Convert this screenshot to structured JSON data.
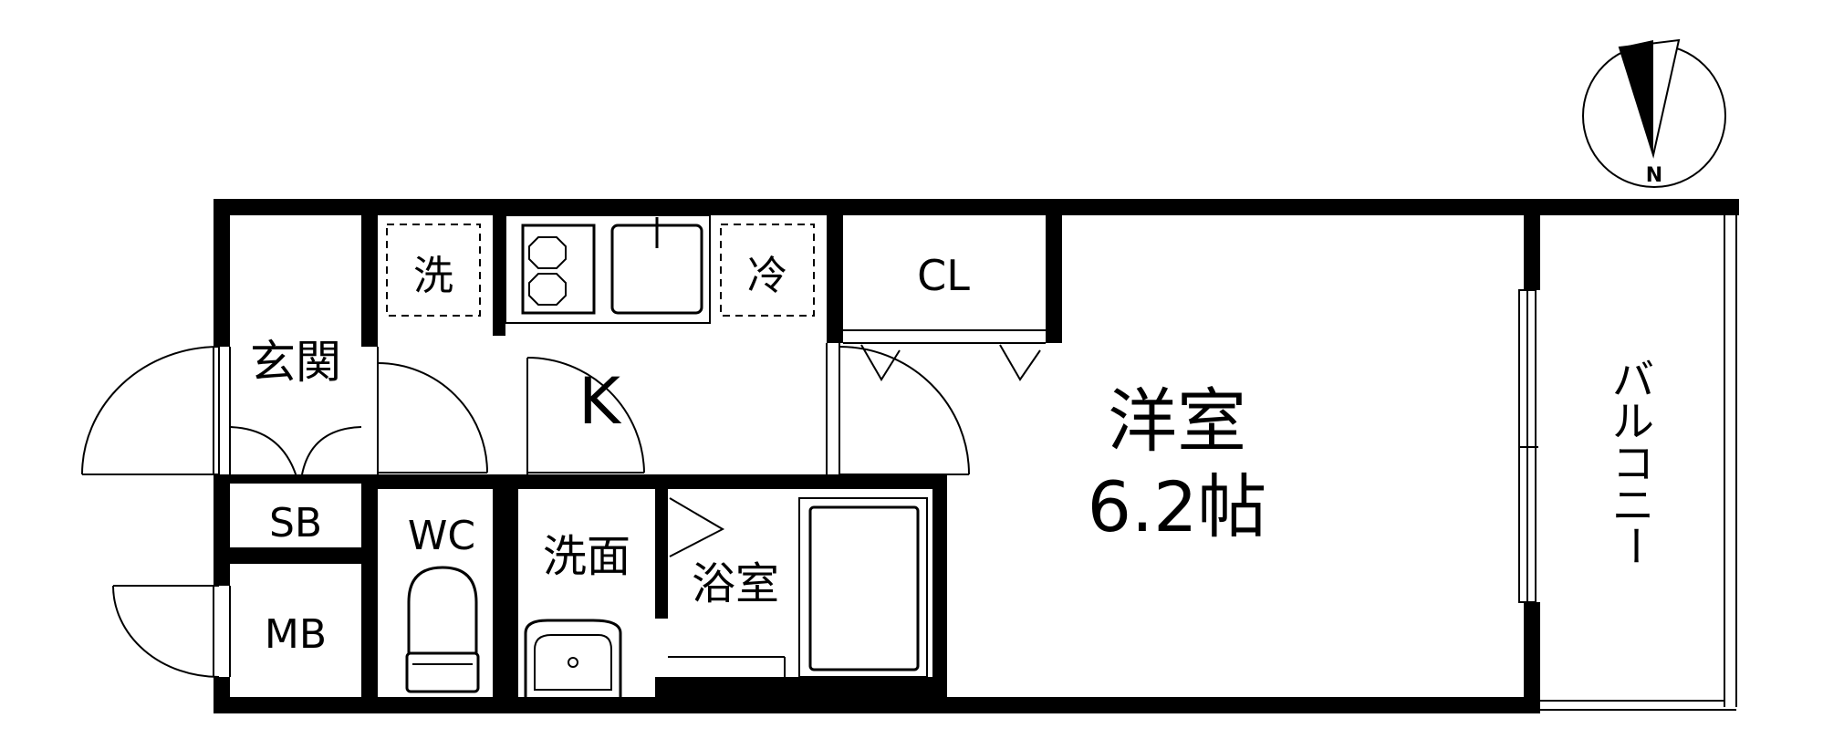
{
  "compass": {
    "letter": "N"
  },
  "rooms": {
    "genkan": "玄関",
    "sb": "SB",
    "mb": "MB",
    "wc": "WC",
    "senmen": "洗面",
    "yokushitsu": "浴室",
    "kitchen": "K",
    "washer": "洗",
    "fridge": "冷",
    "closet": "CL",
    "western_room": "洋室",
    "western_room_size": "6.2帖",
    "balcony": [
      "バ",
      "ル",
      "コ",
      "ニ",
      "ー"
    ]
  }
}
